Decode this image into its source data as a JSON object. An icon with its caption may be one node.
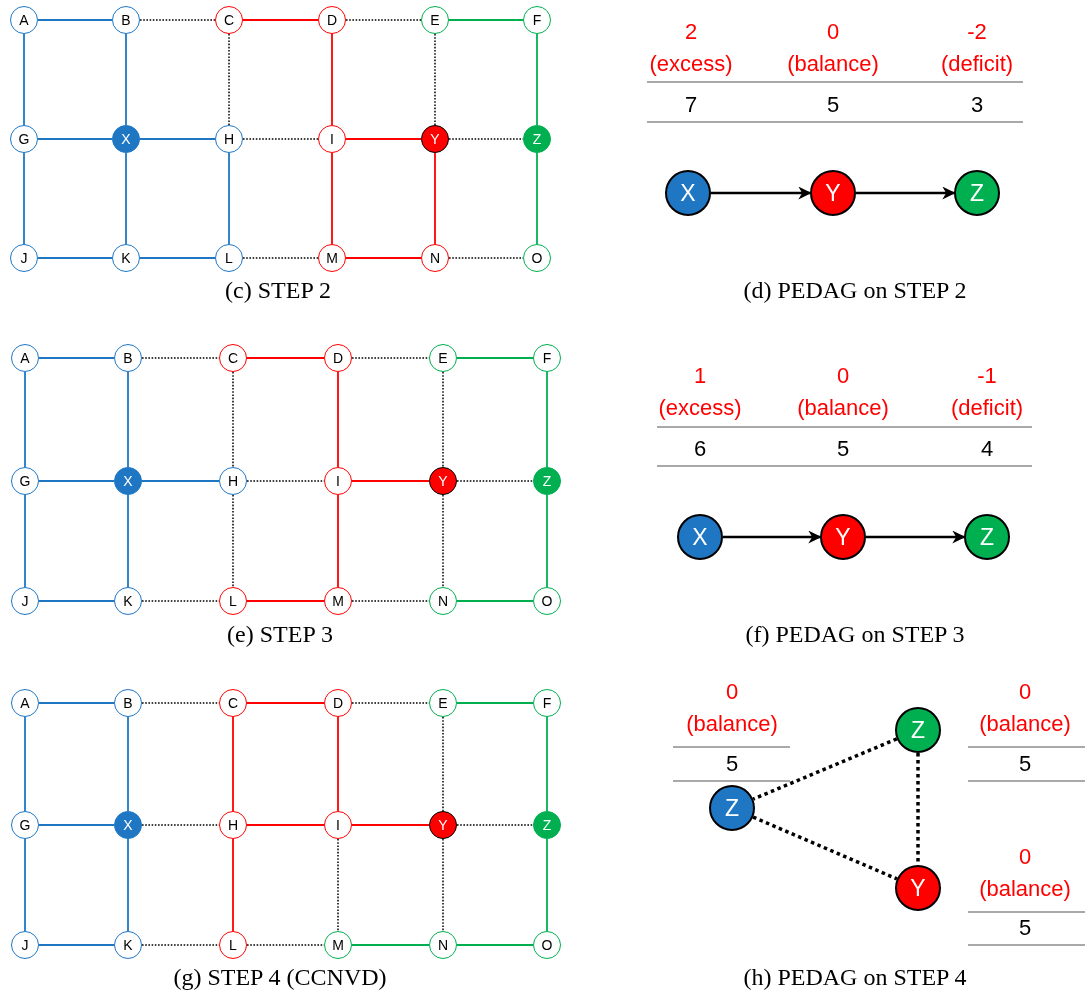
{
  "diagram": {
    "nodes": [
      {
        "text": [
          "A"
        ]
      },
      {
        "text": [
          "B"
        ]
      },
      {
        "text": [
          "C"
        ]
      },
      {
        "text": [
          "D"
        ]
      },
      {
        "text": [
          "E"
        ]
      },
      {
        "text": [
          "F"
        ]
      },
      {
        "text": [
          "G"
        ]
      },
      {
        "text": [
          "X"
        ]
      },
      {
        "text": [
          "H"
        ]
      },
      {
        "text": [
          "I"
        ]
      },
      {
        "text": [
          "Y"
        ]
      },
      {
        "text": [
          "Z"
        ]
      },
      {
        "text": [
          "J"
        ]
      },
      {
        "text": [
          "K"
        ]
      },
      {
        "text": [
          "L"
        ]
      },
      {
        "text": [
          "M"
        ]
      },
      {
        "text": [
          "N"
        ]
      },
      {
        "text": [
          "O"
        ]
      },
      {
        "text": [
          "X"
        ]
      },
      {
        "text": [
          "Y"
        ]
      },
      {
        "text": [
          "Z"
        ]
      },
      {
        "text": [
          "A"
        ]
      },
      {
        "text": [
          "B"
        ]
      },
      {
        "text": [
          "C"
        ]
      },
      {
        "text": [
          "D"
        ]
      },
      {
        "text": [
          "E"
        ]
      },
      {
        "text": [
          "F"
        ]
      },
      {
        "text": [
          "G"
        ]
      },
      {
        "text": [
          "X"
        ]
      },
      {
        "text": [
          "H"
        ]
      },
      {
        "text": [
          "I"
        ]
      },
      {
        "text": [
          "Y"
        ]
      },
      {
        "text": [
          "Z"
        ]
      },
      {
        "text": [
          "J"
        ]
      },
      {
        "text": [
          "K"
        ]
      },
      {
        "text": [
          "L"
        ]
      },
      {
        "text": [
          "M"
        ]
      },
      {
        "text": [
          "N"
        ]
      },
      {
        "text": [
          "O"
        ]
      },
      {
        "text": [
          "X"
        ]
      },
      {
        "text": [
          "Y"
        ]
      },
      {
        "text": [
          "Z"
        ]
      },
      {
        "text": [
          "A"
        ]
      },
      {
        "text": [
          "B"
        ]
      },
      {
        "text": [
          "C"
        ]
      },
      {
        "text": [
          "D"
        ]
      },
      {
        "text": [
          "E"
        ]
      },
      {
        "text": [
          "F"
        ]
      },
      {
        "text": [
          "G"
        ]
      },
      {
        "text": [
          "X"
        ]
      },
      {
        "text": [
          "H"
        ]
      },
      {
        "text": [
          "I"
        ]
      },
      {
        "text": [
          "Y"
        ]
      },
      {
        "text": [
          "Z"
        ]
      },
      {
        "text": [
          "J"
        ]
      },
      {
        "text": [
          "K"
        ]
      },
      {
        "text": [
          "L"
        ]
      },
      {
        "text": [
          "M"
        ]
      },
      {
        "text": [
          "N"
        ]
      },
      {
        "text": [
          "O"
        ]
      },
      {
        "text": [
          "Z"
        ]
      },
      {
        "text": [
          "Z"
        ]
      },
      {
        "text": [
          "Y"
        ]
      }
    ],
    "edges": [
      {
        "from": 0,
        "to": 1,
        "arrow": "none",
        "color": "#1f77c4"
      },
      {
        "from": 1,
        "to": 2,
        "arrow": "none",
        "style": "dashed"
      },
      {
        "from": 2,
        "to": 3,
        "arrow": "none",
        "color": "#ff0000"
      },
      {
        "from": 3,
        "to": 4,
        "arrow": "none",
        "style": "dashed"
      },
      {
        "from": 4,
        "to": 5,
        "arrow": "none",
        "color": "#00b050"
      },
      {
        "from": 6,
        "to": 7,
        "arrow": "none",
        "color": "#1f77c4"
      },
      {
        "from": 7,
        "to": 8,
        "arrow": "none",
        "color": "#1f77c4"
      },
      {
        "from": 8,
        "to": 9,
        "arrow": "none",
        "style": "dashed"
      },
      {
        "from": 9,
        "to": 10,
        "arrow": "none",
        "color": "#ff0000"
      },
      {
        "from": 10,
        "to": 11,
        "arrow": "none",
        "style": "dashed"
      },
      {
        "from": 12,
        "to": 13,
        "arrow": "none",
        "color": "#1f77c4"
      },
      {
        "from": 13,
        "to": 14,
        "arrow": "none",
        "color": "#1f77c4"
      },
      {
        "from": 14,
        "to": 15,
        "arrow": "none",
        "style": "dashed"
      },
      {
        "from": 15,
        "to": 16,
        "arrow": "none",
        "color": "#ff0000"
      },
      {
        "from": 16,
        "to": 17,
        "arrow": "none",
        "style": "dashed"
      },
      {
        "from": 0,
        "to": 6,
        "arrow": "none",
        "color": "#1f77c4"
      },
      {
        "from": 6,
        "to": 12,
        "arrow": "none",
        "color": "#1f77c4"
      },
      {
        "from": 1,
        "to": 7,
        "arrow": "none",
        "color": "#1f77c4"
      },
      {
        "from": 7,
        "to": 13,
        "arrow": "none",
        "color": "#1f77c4"
      },
      {
        "from": 2,
        "to": 8,
        "arrow": "none",
        "style": "dashed"
      },
      {
        "from": 8,
        "to": 14,
        "arrow": "none",
        "color": "#1f77c4"
      },
      {
        "from": 3,
        "to": 9,
        "arrow": "none",
        "color": "#ff0000"
      },
      {
        "from": 9,
        "to": 15,
        "arrow": "none",
        "color": "#ff0000"
      },
      {
        "from": 4,
        "to": 10,
        "arrow": "none",
        "style": "dashed"
      },
      {
        "from": 10,
        "to": 16,
        "arrow": "none",
        "color": "#ff0000"
      },
      {
        "from": 5,
        "to": 11,
        "arrow": "none",
        "color": "#00b050"
      },
      {
        "from": 11,
        "to": 17,
        "arrow": "none",
        "color": "#00b050"
      },
      {
        "from": 18,
        "to": 19,
        "arrow": "to"
      },
      {
        "from": 19,
        "to": 20,
        "arrow": "to"
      },
      {
        "from": 21,
        "to": 22,
        "arrow": "none",
        "color": "#1f77c4"
      },
      {
        "from": 22,
        "to": 23,
        "arrow": "none",
        "style": "dashed"
      },
      {
        "from": 23,
        "to": 24,
        "arrow": "none",
        "color": "#ff0000"
      },
      {
        "from": 24,
        "to": 25,
        "arrow": "none",
        "style": "dashed"
      },
      {
        "from": 25,
        "to": 26,
        "arrow": "none",
        "color": "#00b050"
      },
      {
        "from": 27,
        "to": 28,
        "arrow": "none",
        "color": "#1f77c4"
      },
      {
        "from": 28,
        "to": 29,
        "arrow": "none",
        "color": "#1f77c4"
      },
      {
        "from": 29,
        "to": 30,
        "arrow": "none",
        "style": "dashed"
      },
      {
        "from": 30,
        "to": 31,
        "arrow": "none",
        "color": "#ff0000"
      },
      {
        "from": 31,
        "to": 32,
        "arrow": "none",
        "style": "dashed"
      },
      {
        "from": 33,
        "to": 34,
        "arrow": "none",
        "color": "#1f77c4"
      },
      {
        "from": 34,
        "to": 35,
        "arrow": "none",
        "style": "dashed"
      },
      {
        "from": 35,
        "to": 36,
        "arrow": "none",
        "color": "#ff0000"
      },
      {
        "from": 36,
        "to": 37,
        "arrow": "none",
        "style": "dashed"
      },
      {
        "from": 37,
        "to": 38,
        "arrow": "none",
        "color": "#00b050"
      },
      {
        "from": 21,
        "to": 27,
        "arrow": "none",
        "color": "#1f77c4"
      },
      {
        "from": 27,
        "to": 33,
        "arrow": "none",
        "color": "#1f77c4"
      },
      {
        "from": 22,
        "to": 28,
        "arrow": "none",
        "color": "#1f77c4"
      },
      {
        "from": 28,
        "to": 34,
        "arrow": "none",
        "color": "#1f77c4"
      },
      {
        "from": 23,
        "to": 29,
        "arrow": "none",
        "style": "dashed"
      },
      {
        "from": 29,
        "to": 35,
        "arrow": "none",
        "style": "dashed"
      },
      {
        "from": 24,
        "to": 30,
        "arrow": "none",
        "color": "#ff0000"
      },
      {
        "from": 30,
        "to": 36,
        "arrow": "none",
        "color": "#ff0000"
      },
      {
        "from": 25,
        "to": 31,
        "arrow": "none",
        "style": "dashed"
      },
      {
        "from": 31,
        "to": 37,
        "arrow": "none",
        "style": "dashed"
      },
      {
        "from": 26,
        "to": 32,
        "arrow": "none",
        "color": "#00b050"
      },
      {
        "from": 32,
        "to": 38,
        "arrow": "none",
        "color": "#00b050"
      },
      {
        "from": 39,
        "to": 40,
        "arrow": "to"
      },
      {
        "from": 40,
        "to": 41,
        "arrow": "to"
      },
      {
        "from": 42,
        "to": 43,
        "arrow": "none",
        "color": "#1f77c4"
      },
      {
        "from": 43,
        "to": 44,
        "arrow": "none",
        "style": "dashed"
      },
      {
        "from": 44,
        "to": 45,
        "arrow": "none",
        "color": "#ff0000"
      },
      {
        "from": 45,
        "to": 46,
        "arrow": "none",
        "style": "dashed"
      },
      {
        "from": 46,
        "to": 47,
        "arrow": "none",
        "color": "#00b050"
      },
      {
        "from": 48,
        "to": 49,
        "arrow": "none",
        "color": "#1f77c4"
      },
      {
        "from": 49,
        "to": 50,
        "arrow": "none",
        "style": "dashed"
      },
      {
        "from": 50,
        "to": 51,
        "arrow": "none",
        "color": "#ff0000"
      },
      {
        "from": 51,
        "to": 52,
        "arrow": "none",
        "color": "#ff0000"
      },
      {
        "from": 52,
        "to": 53,
        "arrow": "none",
        "style": "dashed"
      },
      {
        "from": 54,
        "to": 55,
        "arrow": "none",
        "color": "#1f77c4"
      },
      {
        "from": 55,
        "to": 56,
        "arrow": "none",
        "style": "dashed"
      },
      {
        "from": 56,
        "to": 57,
        "arrow": "none",
        "style": "dashed"
      },
      {
        "from": 57,
        "to": 58,
        "arrow": "none",
        "color": "#00b050"
      },
      {
        "from": 58,
        "to": 59,
        "arrow": "none",
        "color": "#00b050"
      },
      {
        "from": 42,
        "to": 48,
        "arrow": "none",
        "color": "#1f77c4"
      },
      {
        "from": 48,
        "to": 54,
        "arrow": "none",
        "color": "#1f77c4"
      },
      {
        "from": 43,
        "to": 49,
        "arrow": "none",
        "color": "#1f77c4"
      },
      {
        "from": 49,
        "to": 55,
        "arrow": "none",
        "color": "#1f77c4"
      },
      {
        "from": 44,
        "to": 50,
        "arrow": "none",
        "color": "#ff0000"
      },
      {
        "from": 50,
        "to": 56,
        "arrow": "none",
        "color": "#ff0000"
      },
      {
        "from": 45,
        "to": 51,
        "arrow": "none",
        "color": "#ff0000"
      },
      {
        "from": 51,
        "to": 57,
        "arrow": "none",
        "style": "dashed"
      },
      {
        "from": 46,
        "to": 52,
        "arrow": "none",
        "style": "dashed"
      },
      {
        "from": 52,
        "to": 58,
        "arrow": "none",
        "style": "dashed"
      },
      {
        "from": 47,
        "to": 53,
        "arrow": "none",
        "color": "#00b050"
      },
      {
        "from": 53,
        "to": 59,
        "arrow": "none",
        "color": "#00b050"
      },
      {
        "from": 60,
        "to": 61,
        "arrow": "none",
        "style": "dashed"
      },
      {
        "from": 60,
        "to": 62,
        "arrow": "none",
        "style": "dashed"
      },
      {
        "from": 61,
        "to": 62,
        "arrow": "none",
        "style": "dashed"
      }
    ],
    "labels": [
      "2 (excess)",
      "0 (balance)",
      "-2 (deficit)",
      "7",
      "5",
      "3",
      "(c) STEP 2",
      "(d) PEDAG on STEP 2",
      "1 (excess)",
      "0 (balance)",
      "-1 (deficit)",
      "6",
      "5",
      "4",
      "(e) STEP 3",
      "(f) PEDAG on STEP 3",
      "0 (balance)",
      "0 (balance)",
      "5",
      "5",
      "0 (balance)",
      "5",
      "(g) STEP 4 (CCNVD)",
      "(h) PEDAG on STEP 4"
    ]
  }
}
